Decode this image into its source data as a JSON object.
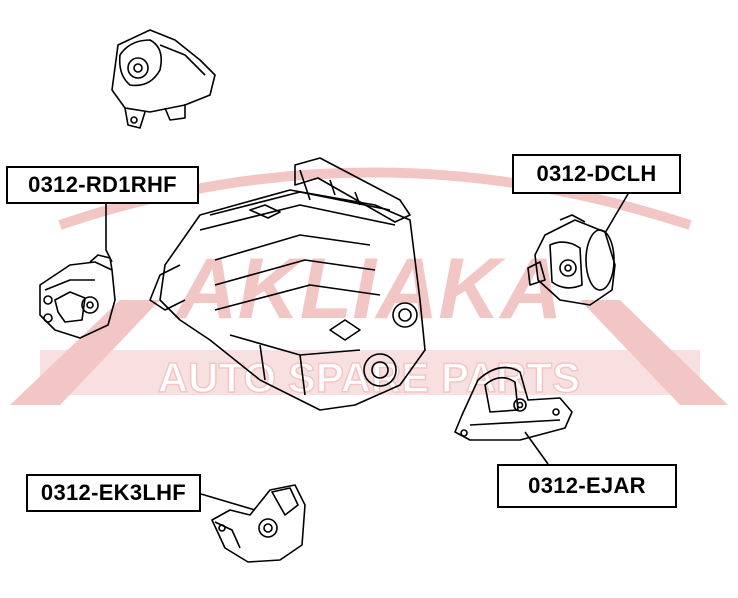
{
  "watermark": {
    "brand": "AKLIAKA",
    "tagline": "AUTO SPARE PARTS",
    "color": "#f3c6c6"
  },
  "callouts": [
    {
      "id": "rd1rhf",
      "label": "0312-RD1RHF"
    },
    {
      "id": "dclh",
      "label": "0312-DCLH"
    },
    {
      "id": "ejar",
      "label": "0312-EJAR"
    },
    {
      "id": "ek3lhf",
      "label": "0312-EK3LHF"
    }
  ],
  "colors": {
    "line": "#000000",
    "background": "#ffffff"
  }
}
